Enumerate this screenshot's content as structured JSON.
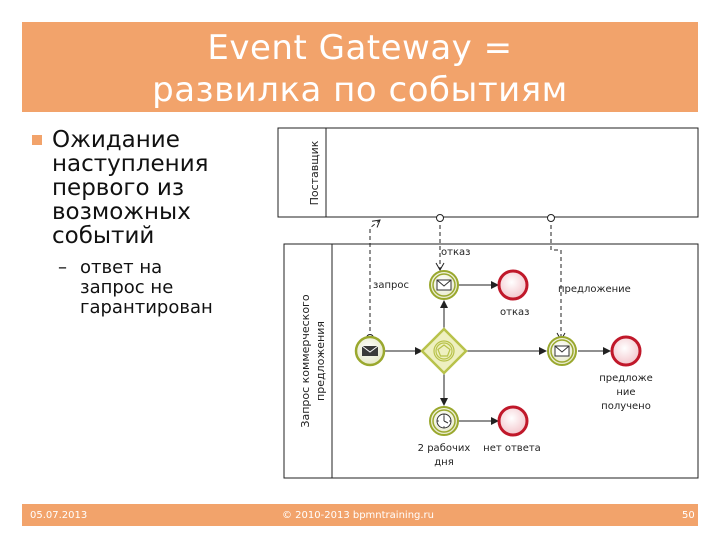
{
  "title": {
    "line1": "Event Gateway =",
    "line2": "развилка по событиям"
  },
  "bullets": {
    "main": [
      "Ожидание",
      "наступления",
      "первого из",
      "возможных",
      "событий"
    ],
    "sub": [
      "ответ на",
      "запрос не",
      "гарантирован"
    ],
    "sub_dash": "–"
  },
  "diagram": {
    "pool_supplier": "Поставщик",
    "pool_process": [
      "Запрос коммерческого",
      "предложения"
    ],
    "labels": {
      "request": "запрос",
      "refusal_msg": "отказ",
      "refusal_end": "отказ",
      "offer": "предложение",
      "offer_received": [
        "предложе",
        "ние",
        "получено"
      ],
      "timer": [
        "2 рабочих",
        "дня"
      ],
      "no_answer": "нет ответа"
    }
  },
  "footer": {
    "date": "05.07.2013",
    "copyright": "© 2010-2013 bpmntraining.ru",
    "page": "50"
  },
  "colors": {
    "accent": "#f2a36b",
    "event_ring": "#9aa82e",
    "end_event": "#c0182a",
    "gateway": "#b8c24a"
  }
}
